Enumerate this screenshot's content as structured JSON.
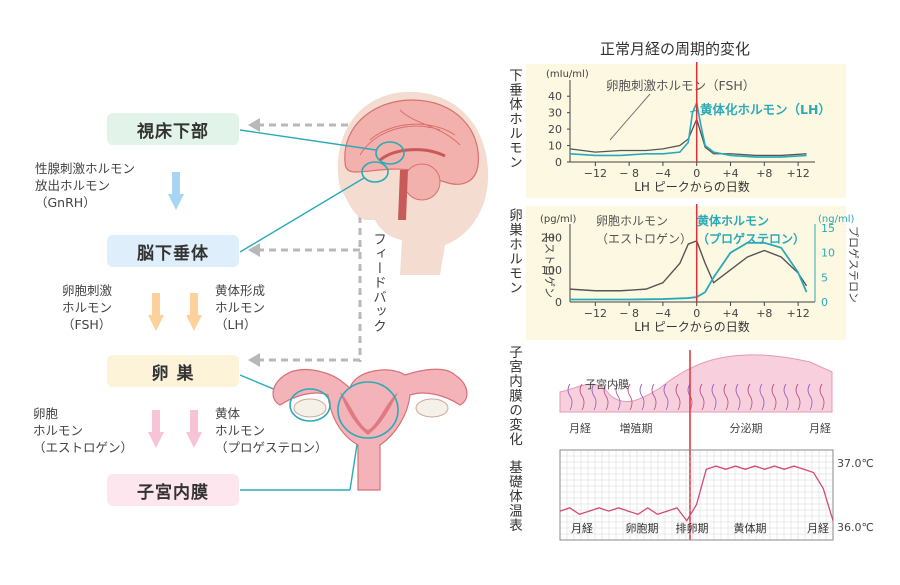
{
  "left": {
    "hypothalamus": "視床下部",
    "gnrh_label": "性腺刺激ホルモン\n放出ホルモン\n（GnRH）",
    "pituitary": "脳下垂体",
    "fsh_label": "卵胞刺激\nホルモン\n（FSH）",
    "lh_label": "黄体形成\nホルモン\n（LH）",
    "ovary": "卵 巣",
    "estrogen_label": "卵胞\nホルモン\n（エストロゲン）",
    "progesterone_label": "黄体\nホルモン\n（プロゲステロン）",
    "endometrium": "子宮内膜",
    "feedback": "フィードバック"
  },
  "right": {
    "title": "正常月経の周期的変化",
    "row1_label": "下垂体ホルモン",
    "row2_label": "卵巣ホルモン",
    "row3_label": "子宮内膜の変化",
    "row4_label": "基礎体温表"
  },
  "colors": {
    "green_box": "#e2f3e9",
    "blue_box": "#deeefa",
    "yellow_box": "#fdf3d8",
    "pink_box": "#fde6ee",
    "teal": "#2aaab8",
    "red_line": "#e0303a",
    "panel_bg": "#fdf8e2"
  },
  "chart_data": [
    {
      "type": "line",
      "title": "",
      "ylabel": "(mIu/ml)",
      "xlabel": "LH ピークからの日数",
      "x_ticks": [
        "−12",
        "− 8",
        "−4",
        "0",
        "+4",
        "+8",
        "+12"
      ],
      "y_ticks": [
        "0",
        "10",
        "20",
        "30",
        "40"
      ],
      "ylim": [
        0,
        45
      ],
      "series": [
        {
          "name": "卵胞刺激ホルモン（FSH）",
          "color": "#555555",
          "x": [
            -15,
            -12,
            -9,
            -6,
            -4,
            -2,
            -1,
            0,
            1,
            2,
            4,
            7,
            10,
            13
          ],
          "y": [
            8,
            6,
            7,
            7,
            8,
            10,
            14,
            26,
            9,
            5,
            5,
            4,
            4,
            5
          ]
        },
        {
          "name": "黄体化ホルモン（LH）",
          "color": "#2aaab8",
          "x": [
            -15,
            -12,
            -9,
            -6,
            -4,
            -2,
            -1,
            -0.5,
            0,
            0.5,
            1,
            2,
            4,
            7,
            10,
            13
          ],
          "y": [
            5,
            4,
            4,
            5,
            5,
            6,
            12,
            30,
            36,
            22,
            10,
            6,
            4,
            3,
            3,
            4
          ]
        }
      ]
    },
    {
      "type": "line",
      "title": "",
      "ylabel": "(pg/ml) エストロゲン",
      "y2label": "(ng/ml) プロゲステロン",
      "xlabel": "LH ピークからの日数",
      "x_ticks": [
        "−12",
        "− 8",
        "−4",
        "0",
        "+4",
        "+8",
        "+12"
      ],
      "y_ticks": [
        "0",
        "100",
        "200"
      ],
      "y2_ticks": [
        "0",
        "5",
        "10",
        "15"
      ],
      "ylim": [
        0,
        230
      ],
      "y2lim": [
        0,
        15
      ],
      "series": [
        {
          "name": "卵胞ホルモン（エストロゲン）",
          "color": "#555555",
          "x": [
            -15,
            -12,
            -9,
            -6,
            -4,
            -2,
            -1,
            0,
            1,
            2,
            4,
            6,
            8,
            10,
            12,
            13
          ],
          "y": [
            40,
            35,
            35,
            40,
            60,
            120,
            180,
            190,
            120,
            60,
            100,
            140,
            160,
            140,
            90,
            50
          ]
        },
        {
          "name": "黄体ホルモン（プロゲステロン）",
          "color": "#2aaab8",
          "x": [
            -15,
            -12,
            -8,
            -4,
            -1,
            0,
            1,
            2,
            4,
            6,
            8,
            10,
            12,
            13
          ],
          "y": [
            0.5,
            0.5,
            0.5,
            0.6,
            0.8,
            1,
            2,
            5,
            10,
            12,
            12,
            11,
            6,
            2
          ]
        }
      ]
    },
    {
      "type": "line",
      "title": "",
      "ylabel": "",
      "y_ticks": [
        "36.0℃",
        "37.0℃"
      ],
      "x_labels": [
        "月経",
        "卵胞期",
        "排卵期",
        "黄体期",
        "月経"
      ],
      "ylim": [
        35.8,
        37.2
      ],
      "series": [
        {
          "name": "",
          "color": "#d24a7a",
          "x": [
            0,
            1,
            2,
            3,
            4,
            5,
            6,
            7,
            8,
            9,
            10,
            11,
            12,
            13,
            14,
            15,
            16,
            17,
            18,
            19,
            20,
            21,
            22,
            23,
            24,
            25,
            26,
            27,
            28
          ],
          "y": [
            36.25,
            36.3,
            36.2,
            36.25,
            36.3,
            36.25,
            36.3,
            36.25,
            36.2,
            36.3,
            36.2,
            36.25,
            36.3,
            36.1,
            36.35,
            36.9,
            36.95,
            36.9,
            36.95,
            36.9,
            36.95,
            36.9,
            36.95,
            36.9,
            36.95,
            36.9,
            36.85,
            36.6,
            36.1
          ]
        }
      ]
    }
  ],
  "endometrium_chart": {
    "label": "子宮内膜",
    "phases": [
      "月経",
      "増殖期",
      "分泌期",
      "月経"
    ]
  }
}
